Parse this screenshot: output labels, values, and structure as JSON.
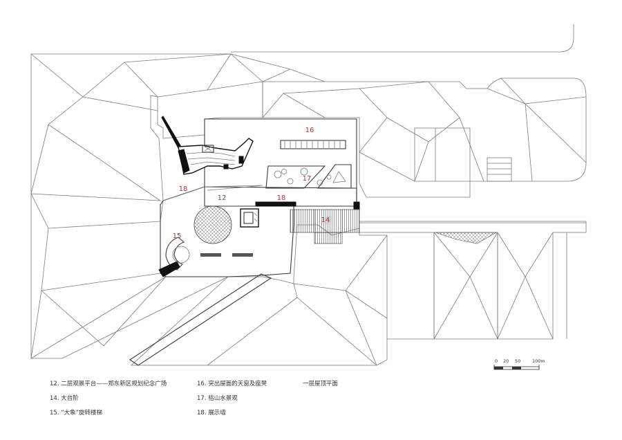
{
  "plan": {
    "labels": [
      "16",
      "17",
      "18",
      "12",
      "18",
      "15",
      "14"
    ],
    "colors": {
      "label": "#b2323a",
      "line": "#7a7a7a",
      "wall": "#111111"
    }
  },
  "legend": {
    "items": [
      "12. 二层观景平台——郑东新区规划纪念广场",
      "14. 大台阶",
      "15. “大象”旋转楼梯",
      "16. 突出屋面的天窗及座凳",
      "17. 枯山水景观",
      "18. 展示墙"
    ],
    "drawing_title": "一层屋顶平面"
  },
  "scale_bar": {
    "ticks": [
      "0",
      "20",
      "50",
      "100m"
    ]
  }
}
